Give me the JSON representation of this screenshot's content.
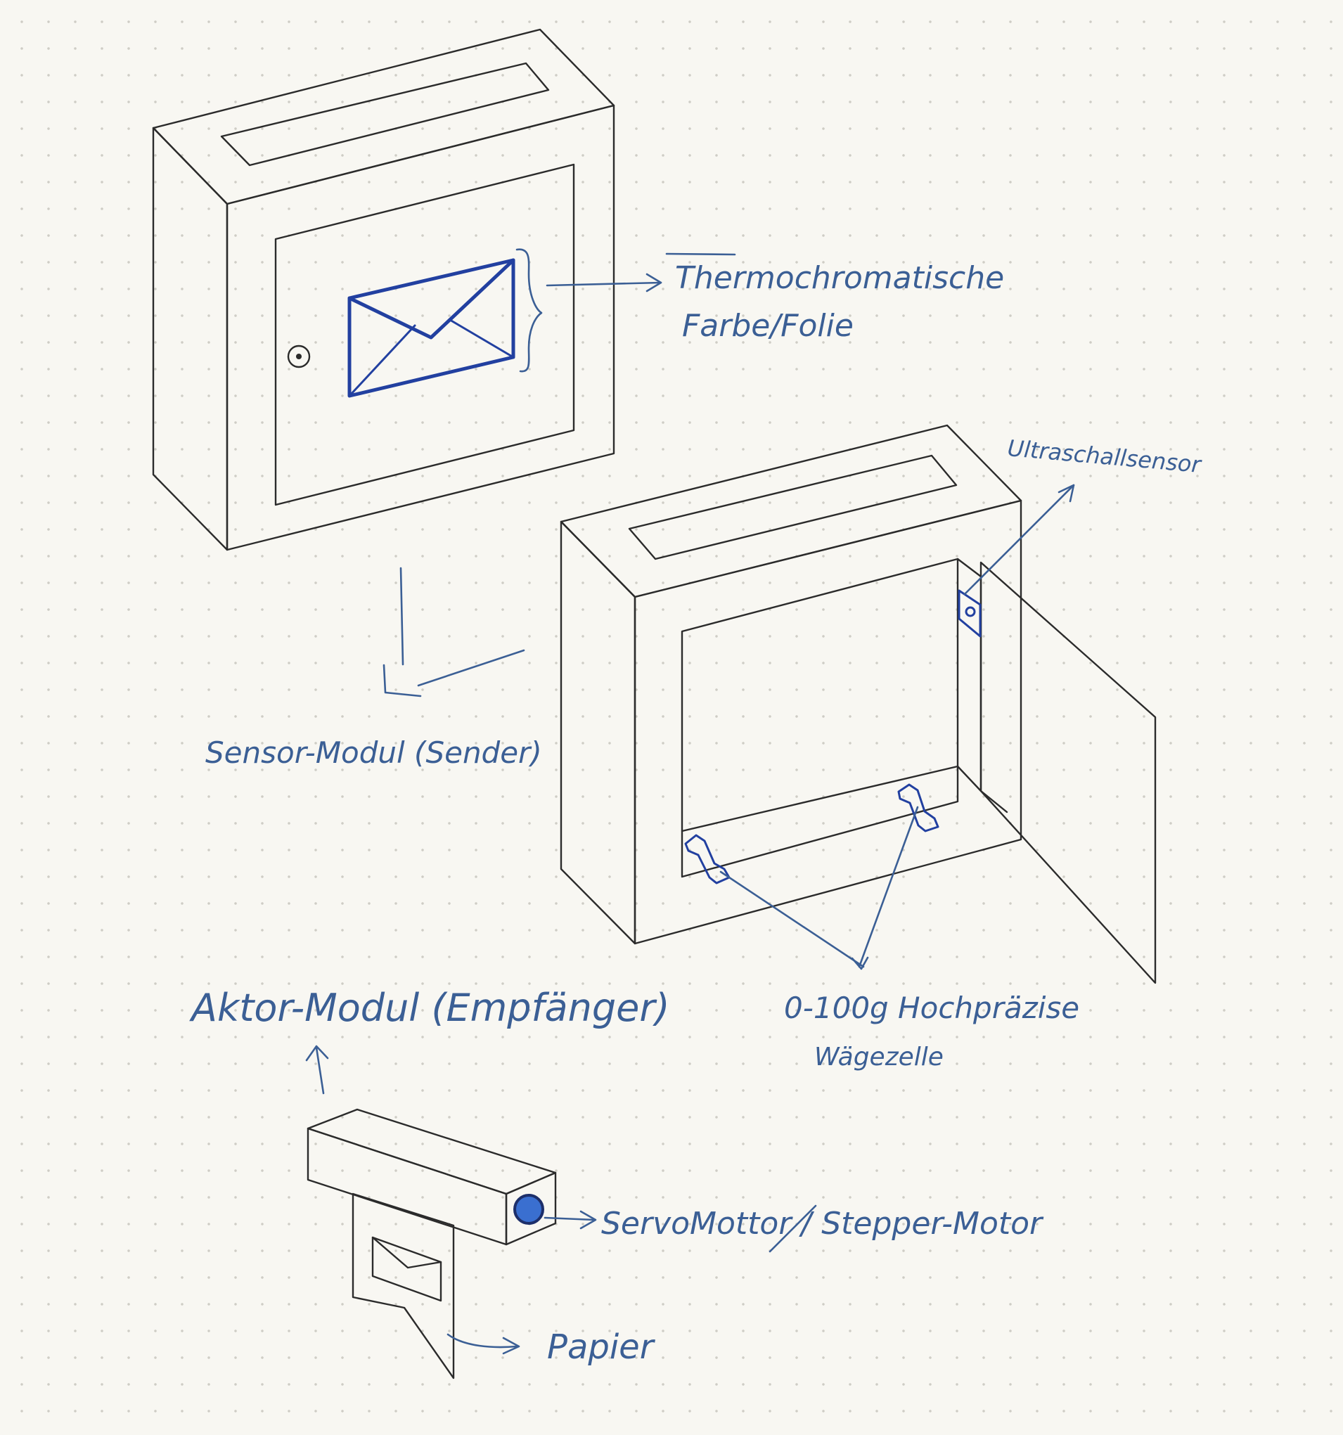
{
  "labels": {
    "thermo_line1": "Thermochromatische",
    "thermo_line2": "Farbe/Folie",
    "ultraschall": "Ultraschallsensor",
    "sensor_modul": "Sensor-Modul (Sender)",
    "waegezelle_line1": "0-100g Hochpräzise",
    "waegezelle_line2": "Wägezelle",
    "aktor_modul": "Aktor-Modul (Empfänger)",
    "servo": "ServoMottor / Stepper-Motor",
    "papier": "Papier"
  },
  "colors": {
    "background": "#f8f7f2",
    "outline": "#2b2b2b",
    "annotation_ink": "#3b5f95",
    "component_blue": "#2240a0",
    "motor_fill": "#3a6fd0"
  },
  "icons": {
    "envelope": "envelope-icon",
    "lock": "keyhole-icon",
    "sensor": "ultrasonic-sensor-icon",
    "load_cell": "load-cell-icon",
    "motor": "motor-dot-icon"
  }
}
